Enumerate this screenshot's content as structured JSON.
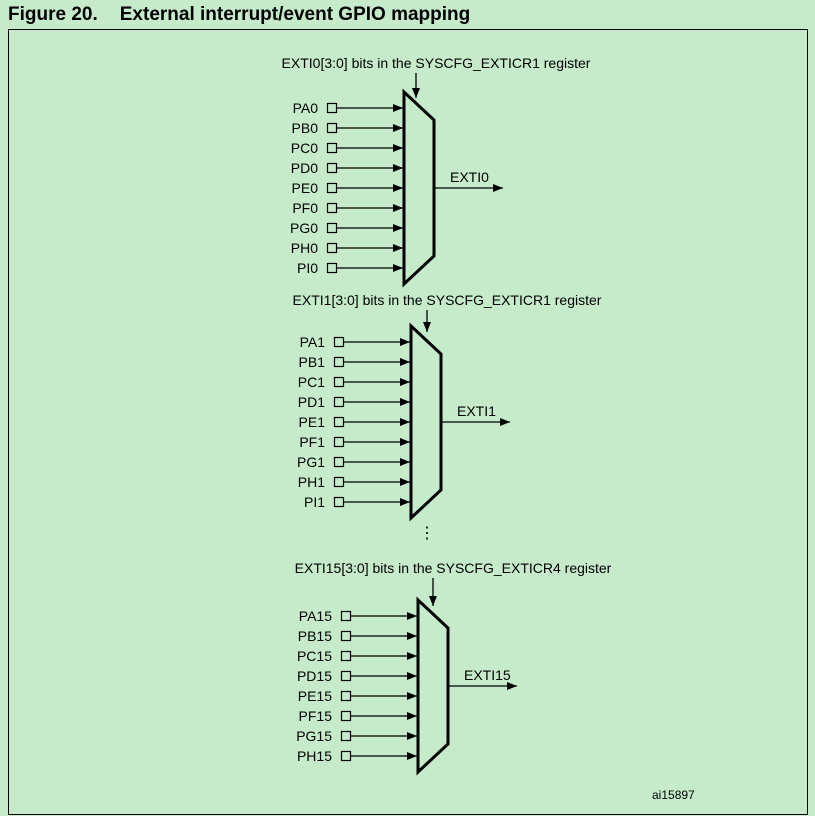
{
  "figure": {
    "number": "Figure 20.",
    "title": "External interrupt/event GPIO mapping",
    "id_code": "ai15897"
  },
  "colors": {
    "background": "#c6ebcb",
    "line": "#000000"
  },
  "muxes": [
    {
      "control": "EXTI0[3:0] bits in the SYSCFG_EXTICR1 register",
      "output": "EXTI0",
      "inputs": [
        "PA0",
        "PB0",
        "PC0",
        "PD0",
        "PE0",
        "PF0",
        "PG0",
        "PH0",
        "PI0"
      ]
    },
    {
      "control": "EXTI1[3:0] bits in the SYSCFG_EXTICR1 register",
      "output": "EXTI1",
      "inputs": [
        "PA1",
        "PB1",
        "PC1",
        "PD1",
        "PE1",
        "PF1",
        "PG1",
        "PH1",
        "PI1"
      ]
    },
    {
      "control": "EXTI15[3:0] bits in the SYSCFG_EXTICR4 register",
      "output": "EXTI15",
      "inputs": [
        "PA15",
        "PB15",
        "PC15",
        "PD15",
        "PE15",
        "PF15",
        "PG15",
        "PH15"
      ]
    }
  ],
  "ellipsis": "⋮"
}
